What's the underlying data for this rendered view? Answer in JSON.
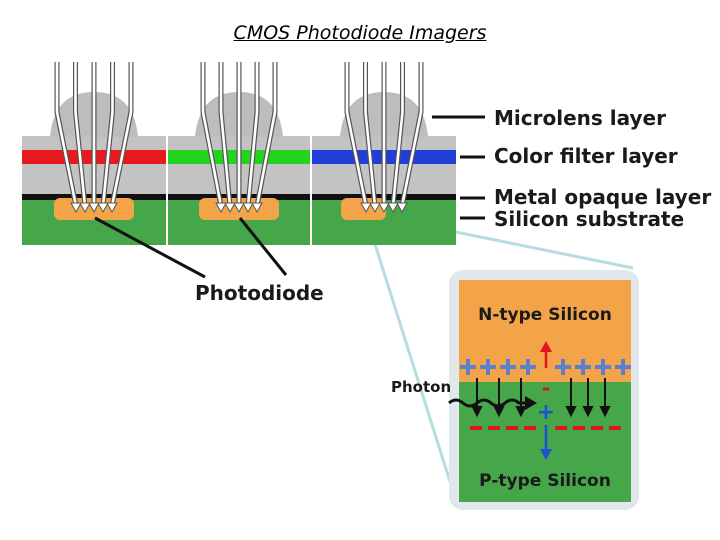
{
  "title": "CMOS Photodiode Imagers",
  "layers": {
    "microlens": "Microlens layer",
    "color_filter": "Color filter layer",
    "metal": "Metal opaque layer",
    "silicon": "Silicon substrate"
  },
  "photodiode_label": "Photodiode",
  "inset": {
    "n_type": "N-type Silicon",
    "p_type": "P-type Silicon",
    "photon": "Photon",
    "plus_sign": "+",
    "minus_sign": "-"
  },
  "colors": {
    "filter_red": "#e8191c",
    "filter_green": "#23d31f",
    "filter_blue": "#1f3fd6",
    "silicon_green": "#45a74a",
    "photodiode_orange": "#f4a448",
    "gray": "#c3c3c3",
    "lens_gray": "#bdbdbd",
    "inset_border": "#e1e7ea",
    "plus_blue": "#5a7fd0",
    "minus_red": "#e0141c",
    "zoom_line": "#b7dde0"
  }
}
